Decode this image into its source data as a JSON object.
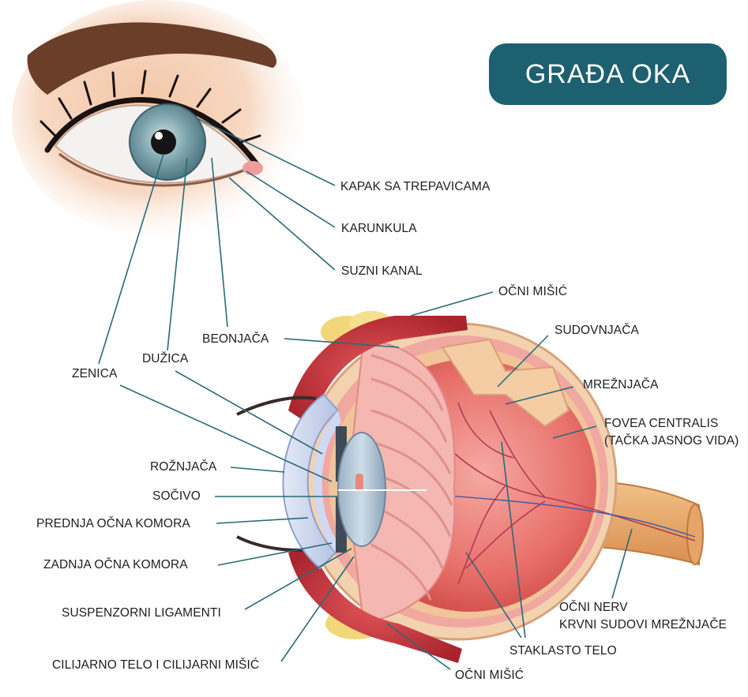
{
  "title": "GRAĐA OKA",
  "colors": {
    "badge": "#1d6070",
    "leader_line": "#2a6a78",
    "label_text": "#1e1e1e"
  },
  "labels": {
    "kapak": "KAPAK SA TREPAVICAMA",
    "karunkula": "KARUNKULA",
    "suzni_kanal": "SUZNI KANAL",
    "ocni_misic_top": "OČNI MIŠIĆ",
    "sudovnjaca": "SUDOVNJAČA",
    "beonjaca": "BEONJAČA",
    "mreznjaca": "MREŽNJAČA",
    "duzica": "DUŽICA",
    "zenica": "ZENICA",
    "fovea_1": "FOVEA CENTRALIS",
    "fovea_2": "(TAČKA JASNOG VIDA)",
    "roznjaca": "ROŽNJAČA",
    "socivo": "SOČIVO",
    "prednja": "PREDNJA OČNA KOMORA",
    "zadnja": "ZADNJA OČNA  KOMORA",
    "suspenzorni": "SUSPENZORNI LIGAMENTI",
    "ocni_nerv": "OČNI NERV",
    "krvni_sudovi": "KRVNI SUDOVI MREŽNJAČE",
    "staklasto": "STAKLASTO TELO",
    "cilijarno": "CILIJARNO TELO I CILIJARNI MIŠIĆ",
    "ocni_misic_bottom": "OČNI MIŠIĆ"
  }
}
